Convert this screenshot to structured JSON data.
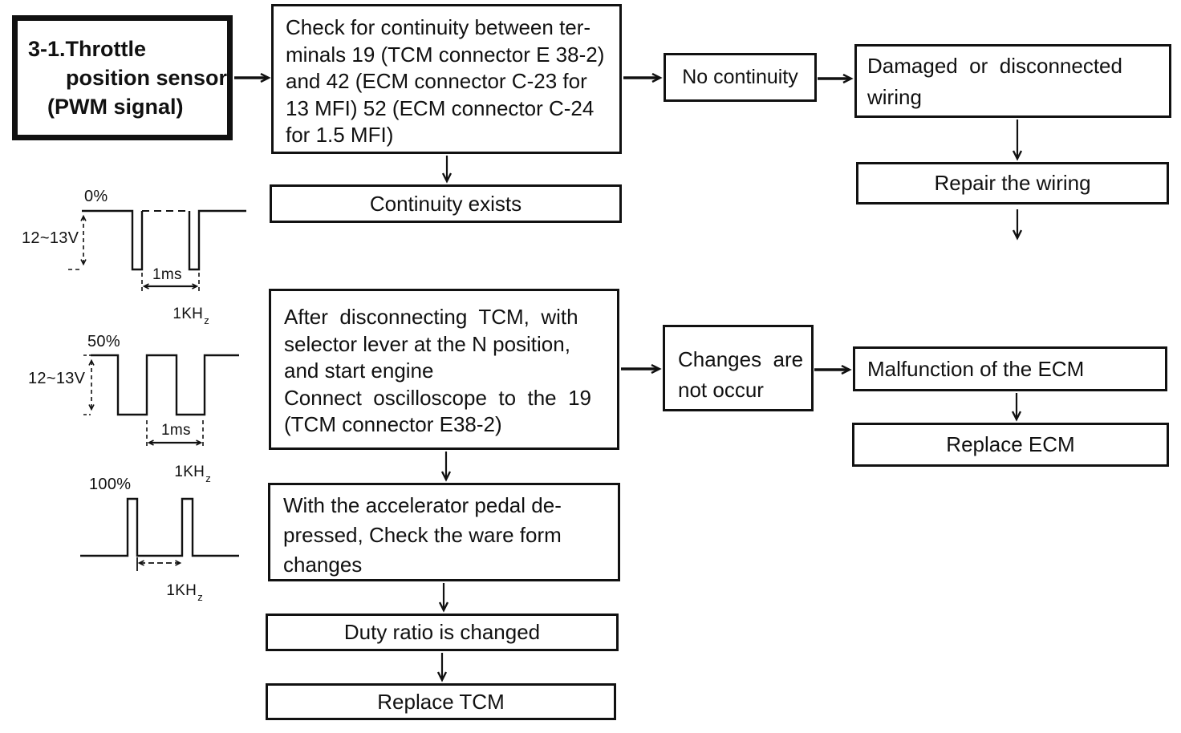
{
  "diagram": {
    "colors": {
      "ink": "#111111",
      "paper": "#ffffff"
    },
    "title": {
      "lines": [
        "3-1.Throttle",
        "position sensor",
        "(PWM signal)"
      ]
    },
    "boxes": {
      "check_continuity": {
        "lines": [
          "Check for continuity between ter-",
          "minals 19 (TCM connector E 38-2)",
          "and 42 (ECM connector C-23 for",
          "13 MFI) 52 (ECM connector C-24",
          "for 1.5 MFI)"
        ]
      },
      "no_continuity": {
        "label": "No continuity"
      },
      "damaged_wiring": {
        "lines": [
          "Damaged  or  disconnected",
          "wiring"
        ]
      },
      "repair_wiring": {
        "label": "Repair the wiring"
      },
      "continuity_exists": {
        "label": "Continuity exists"
      },
      "disconnect_tcm": {
        "lines": [
          "After  disconnecting  TCM,  with",
          "selector lever at the N position,",
          "and start engine",
          "Connect  oscilloscope  to  the  19",
          "(TCM connector E38-2)"
        ]
      },
      "changes_not_occur": {
        "lines": [
          "Changes  are",
          "not occur"
        ]
      },
      "malfunction_ecm": {
        "label": "Malfunction of the ECM"
      },
      "replace_ecm": {
        "label": "Replace ECM"
      },
      "accelerator_pedal": {
        "lines": [
          "With the accelerator pedal de-",
          "pressed, Check the ware form",
          "changes"
        ]
      },
      "duty_ratio": {
        "label": "Duty ratio is changed"
      },
      "replace_tcm": {
        "label": "Replace TCM"
      }
    },
    "waveforms": [
      {
        "duty_label": "0%",
        "voltage_label": "12~13V",
        "period_label": "1ms",
        "freq_label": "1KH",
        "freq_sub": "z"
      },
      {
        "duty_label": "50%",
        "voltage_label": "12~13V",
        "period_label": "1ms",
        "freq_label": "1KH",
        "freq_sub": "z"
      },
      {
        "duty_label": "100%",
        "freq_label": "1KH",
        "freq_sub": "z"
      }
    ]
  }
}
